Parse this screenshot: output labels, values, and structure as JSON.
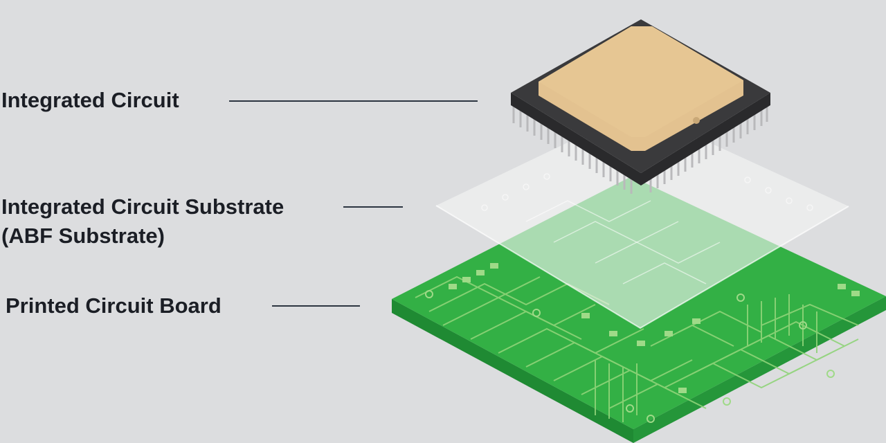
{
  "labels": {
    "integrated_circuit": "Integrated Circuit",
    "substrate_line1": "Integrated Circuit Substrate",
    "substrate_line2": "(ABF Substrate)",
    "pcb": "Printed Circuit Board"
  },
  "colors": {
    "background": "#dcdddf",
    "text": "#1b1e25",
    "leader_line": "#2c3440",
    "pcb_top": "#33b045",
    "pcb_side": "#1f8a33",
    "pcb_trace": "#8fd479",
    "substrate": "#f4f6f4",
    "chip_body": "#3a3a3c",
    "chip_die": "#e3c290",
    "pins": "#b9b9bb"
  }
}
